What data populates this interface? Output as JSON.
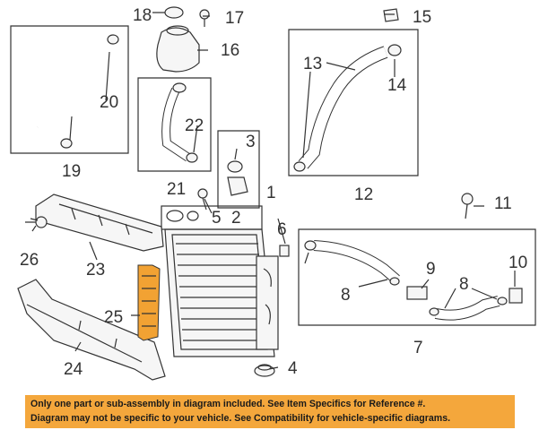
{
  "callouts": {
    "c1": "1",
    "c2": "2",
    "c3": "3",
    "c4": "4",
    "c5": "5",
    "c6": "6",
    "c7": "7",
    "c8a": "8",
    "c8b": "8",
    "c9": "9",
    "c10": "10",
    "c11": "11",
    "c12": "12",
    "c13": "13",
    "c14": "14",
    "c15": "15",
    "c16": "16",
    "c17": "17",
    "c18": "18",
    "c19": "19",
    "c20": "20",
    "c21": "21",
    "c22": "22",
    "c23": "23",
    "c24": "24",
    "c25": "25",
    "c26": "26"
  },
  "disclaimer": {
    "line1": "Only one part or sub-assembly in diagram included. See Item Specifics for Reference #.",
    "line2": "Diagram may not be specific to your vehicle. See Compatibility for vehicle-specific diagrams."
  },
  "colors": {
    "banner": "#f4a73c",
    "highlight_part": "#f2a233",
    "line": "#333333"
  }
}
